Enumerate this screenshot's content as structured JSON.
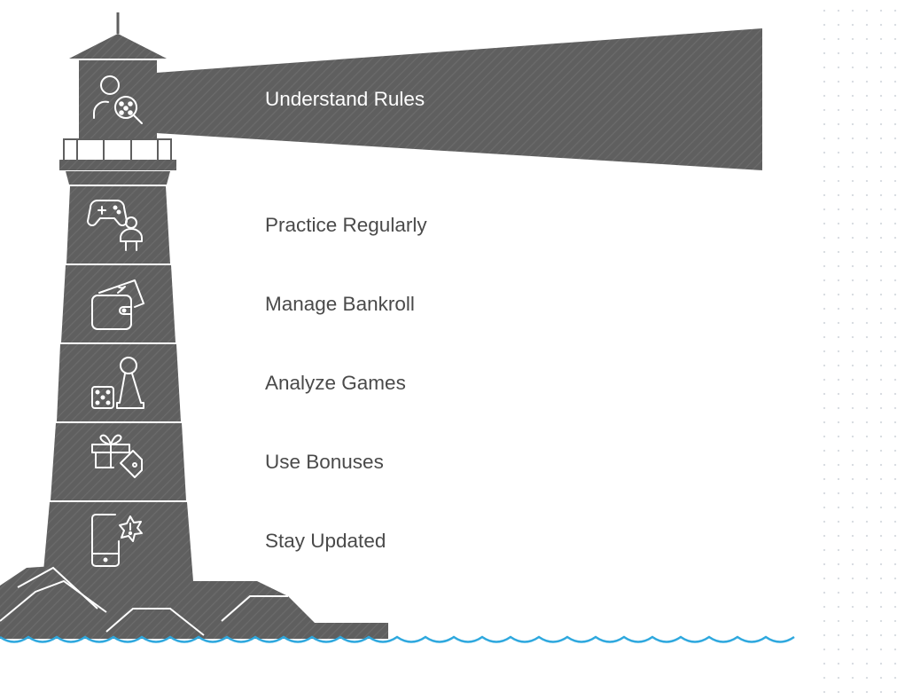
{
  "steps": [
    {
      "label": "Understand Rules",
      "icon": "rules-magnifier-icon",
      "highlighted": true
    },
    {
      "label": "Practice Regularly",
      "icon": "gamepad-player-icon",
      "highlighted": false
    },
    {
      "label": "Manage Bankroll",
      "icon": "wallet-money-icon",
      "highlighted": false
    },
    {
      "label": "Analyze Games",
      "icon": "dice-pawn-icon",
      "highlighted": false
    },
    {
      "label": "Use Bonuses",
      "icon": "gift-tag-icon",
      "highlighted": false
    },
    {
      "label": "Stay Updated",
      "icon": "phone-alert-icon",
      "highlighted": false
    }
  ],
  "colors": {
    "tower": "#5f5f5f",
    "stripe": "#6b6b6b",
    "water": "#2ea8de",
    "text": "#4a4a4a",
    "highlight_text": "#ffffff",
    "dots": "#d7dbe0"
  }
}
